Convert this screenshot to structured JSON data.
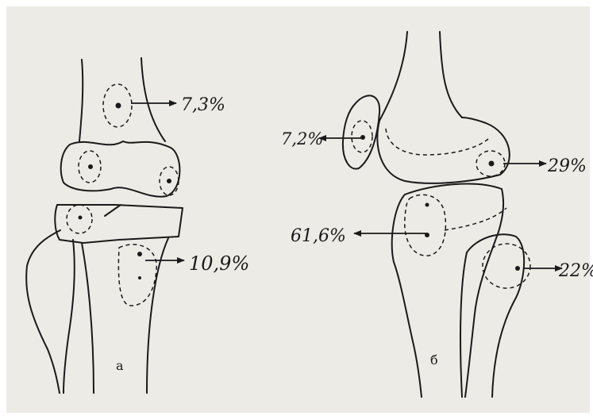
{
  "panels": {
    "a": {
      "panel_label": "а",
      "labels": {
        "femur_metaphysis": "7,3%",
        "tibia_metaphysis": "10,9%"
      }
    },
    "b": {
      "panel_label": "б",
      "labels": {
        "patella": "7,2%",
        "femoral_condyle": "29%",
        "tibial_plateau": "61,6%",
        "fibula_head": "22%"
      }
    }
  },
  "colors": {
    "paper": "#ecebe6",
    "ink": "#1a1a1a"
  }
}
